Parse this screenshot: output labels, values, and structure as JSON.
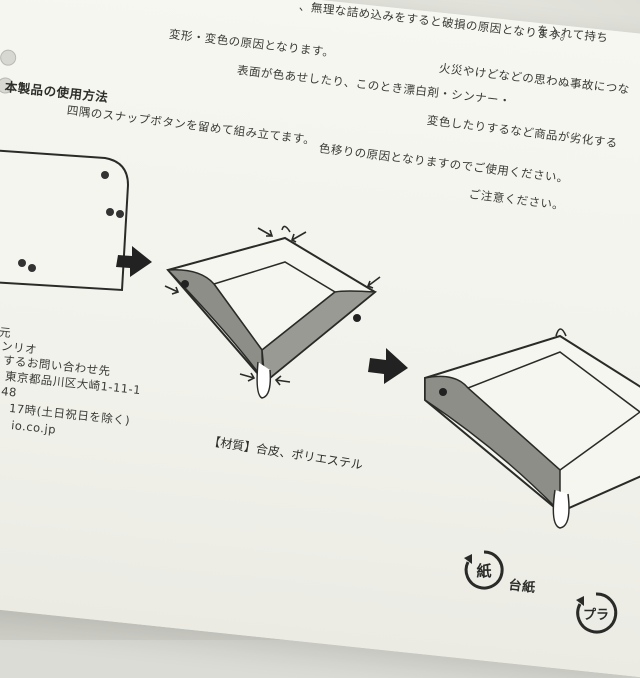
{
  "lines": [
    "、無理な詰め込みをすると破損の原因となります。",
    "を入れて持ち",
    "変形・変色の原因となります。",
    "火災やけどなどの思わぬ事故につな",
    "変色したりするなど商品が劣化する",
    "本製品の使用方法",
    "四隅のスナップボタンを留めて組み立てます。",
    "色移りの原因となりますのでご使用ください。",
    "ご注意ください。",
    "表面が色あせしたり、このとき漂白剤・シンナー・"
  ],
  "side_lines": [
    "元",
    "ンリオ",
    "するお問い合わせ先",
    "東京都品川区大崎1-11-1",
    "17時(土日祝日を除く)",
    "io.co.jp",
    "48"
  ],
  "material": "【材質】合皮、ポリエステル",
  "recycle": {
    "paper_mark": "紙",
    "paper_label": "台紙",
    "plastic_mark": "プラ"
  }
}
